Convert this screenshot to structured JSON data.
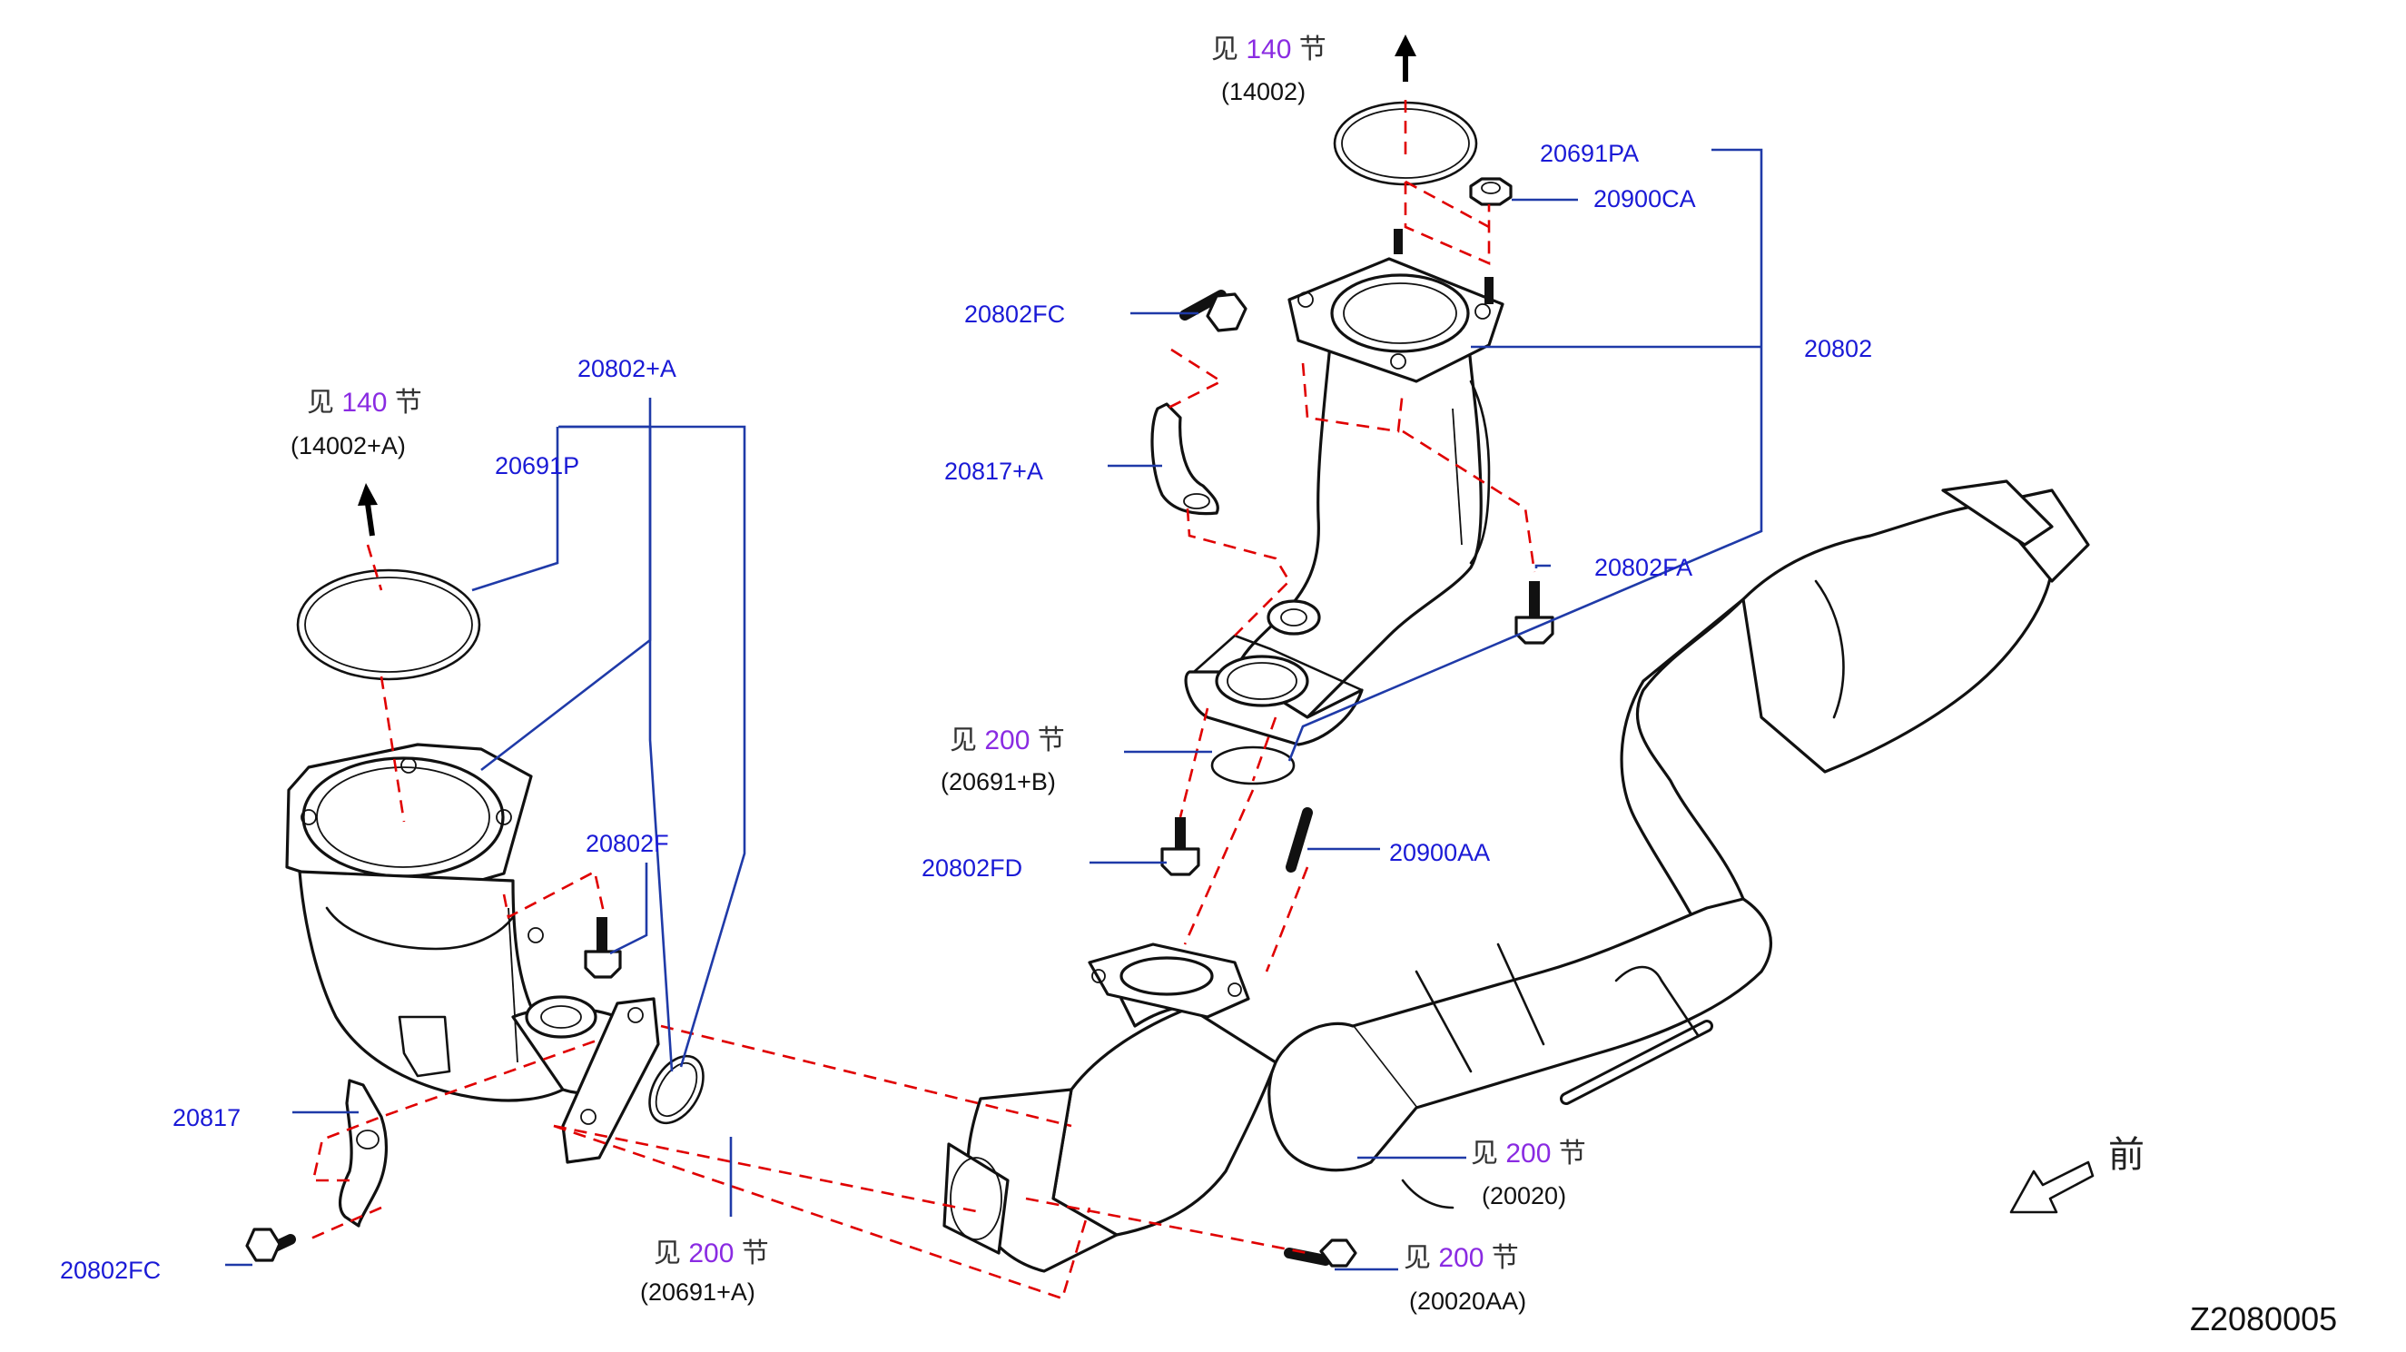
{
  "diagram": {
    "id_code": "Z2080005",
    "front_label": "前",
    "part_numbers": {
      "p20691PA": "20691PA",
      "p20900CA": "20900CA",
      "p20802FC_top": "20802FC",
      "p20802": "20802",
      "p20817A": "20817+A",
      "p20802FA": "20802FA",
      "p20802A": "20802+A",
      "p20691P": "20691P",
      "p20802F": "20802F",
      "p20802FD": "20802FD",
      "p20900AA": "20900AA",
      "p20817": "20817",
      "p20802FC_bottom": "20802FC"
    },
    "section_refs": {
      "top": {
        "see": "见",
        "section": "140",
        "suffix": "节",
        "ref": "(14002)"
      },
      "left": {
        "see": "见",
        "section": "140",
        "suffix": "节",
        "ref": "(14002+A)"
      },
      "mid": {
        "see": "见",
        "section": "200",
        "suffix": "节",
        "ref": "(20691+B)"
      },
      "bottom_center": {
        "see": "见",
        "section": "200",
        "suffix": "节",
        "ref": "(20691+A)"
      },
      "right_mid": {
        "see": "见",
        "section": "200",
        "suffix": "节",
        "ref": "(20020)"
      },
      "right_bottom": {
        "see": "见",
        "section": "200",
        "suffix": "节",
        "ref": "(20020AA)"
      }
    },
    "colors": {
      "part_number_text": "#1a1ad6",
      "section_number_text": "#8a2be2",
      "leader_line": "#1f3aa8",
      "dashed_line": "#e00000",
      "outline": "#111111"
    }
  }
}
